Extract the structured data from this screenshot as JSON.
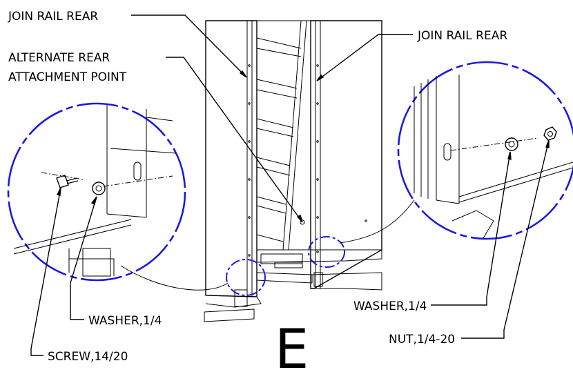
{
  "labels": {
    "join_rail_left": "JOIN RAIL REAR",
    "join_rail_right": "JOIN RAIL REAR",
    "alternate_line1": "ALTERNATE REAR",
    "alternate_line2": "ATTACHMENT POINT",
    "washer_left": "WASHER,1/4",
    "screw": "SCREW,14/20",
    "washer_right": "WASHER,1/4",
    "nut": "NUT,1/4-20",
    "view_letter": "E"
  },
  "colors": {
    "detail_circle": "#1a1adf",
    "lines": "#000000"
  }
}
